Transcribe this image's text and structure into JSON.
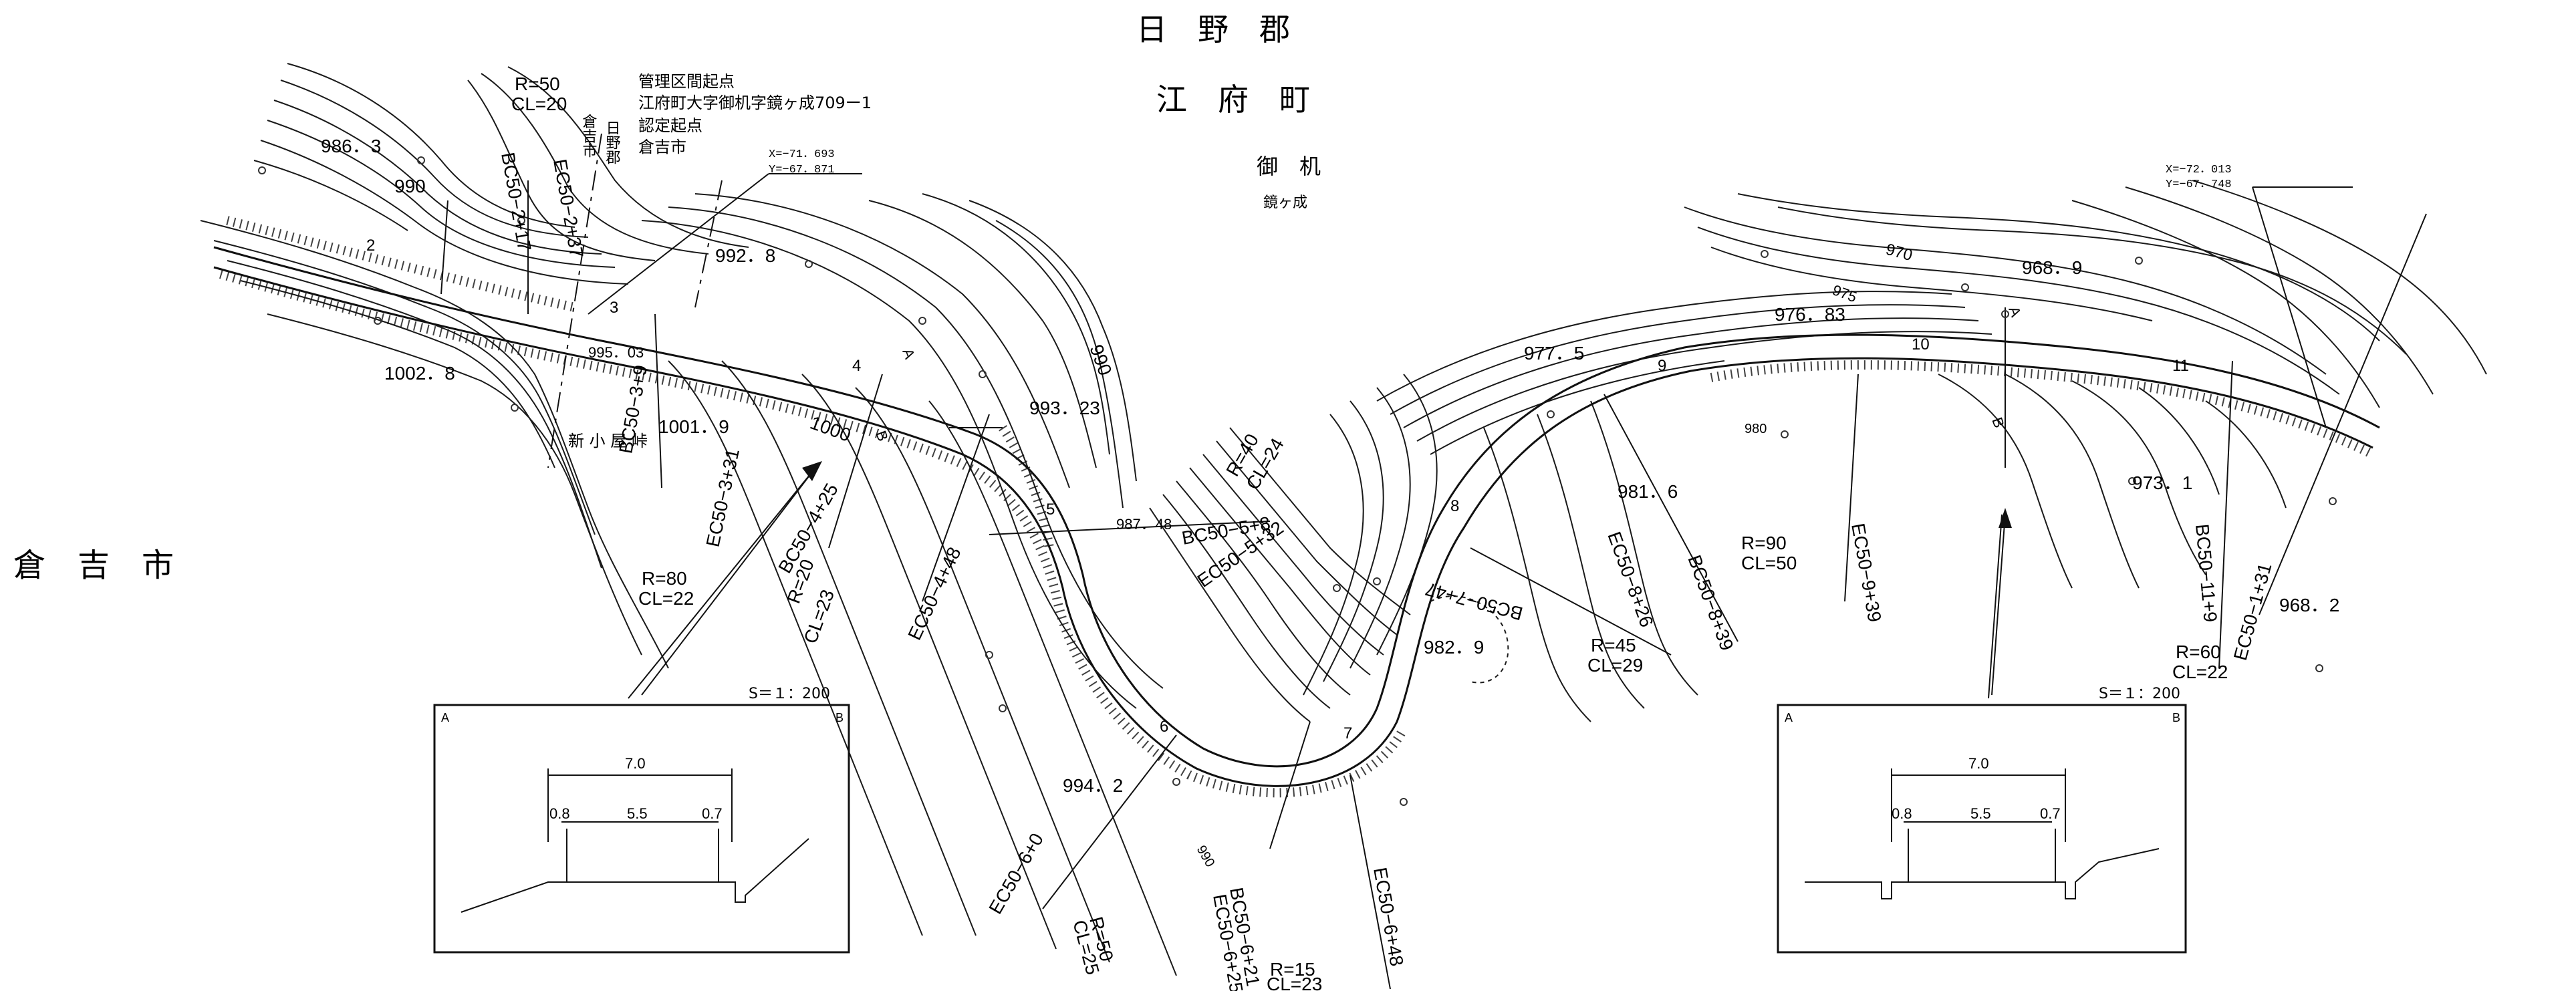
{
  "header": {
    "district": "日　野　郡",
    "town": "江　府　町",
    "area": "御　机",
    "subarea": "鏡ヶ成"
  },
  "left_city": "倉　吉　市",
  "notes": [
    "管理区間起点",
    "江府町大字御机字鏡ヶ成709ー1",
    "認定起点",
    "倉吉市"
  ],
  "boundary_labels": {
    "kurayoshi": "倉吉市",
    "hino": "日野郡",
    "kurayoshi_vertical": "倉吉市"
  },
  "coords_left": {
    "x": "X=−71．693",
    "y": "Y=−67．871"
  },
  "coords_right": {
    "x": "X=−72．013",
    "y": "Y=−67．748"
  },
  "curve_labels": {
    "c1_r": "R=50",
    "c1_cl": "CL=20",
    "bc50_2_17": "BC50−2+17",
    "ec50_2_37": "EC50−2+37",
    "bc50_3_9": "BC50−3+9",
    "ec50_3_31": "EC50−3+31",
    "c3_r": "R=80",
    "c3_cl": "CL=22",
    "bc50_4_25": "BC50−4+25",
    "ec50_4_48": "EC50−4+48",
    "c4_r": "R=20",
    "c4_cl": "CL=23",
    "c5_r": "R=40",
    "c5_cl": "CL=24",
    "bc50_5_8": "BC50−5+8",
    "ec50_5_32": "EC50−5+32",
    "ec50_6_0": "EC50−6+0",
    "c6a_r": "R=50",
    "c6a_cl": "CL=25",
    "bc50_6_21": "BC50−6+21",
    "ec50_6_25": "EC50−6+25",
    "c6b_r": "R=15",
    "c6b_cl": "CL=23",
    "ec50_6_48": "EC50−6+48",
    "bc50_7_47": "BC50−7+47",
    "ec50_8_26": "EC50−8+26",
    "c7_r": "R=45",
    "c7_cl": "CL=29",
    "bc50_8_39": "BC50−8+39",
    "c8_r": "R=90",
    "c8_cl": "CL=50",
    "ec50_9_39": "EC50−9+39",
    "bc50_11_9": "BC50−11+9",
    "ec50_1_31": "EC50−1+31",
    "c11_r": "R=60",
    "c11_cl": "CL=22"
  },
  "elevations": [
    "986．3",
    "990",
    "992．8",
    "995．03",
    "1002．8",
    "1001．9",
    "1000",
    "993．23",
    "990",
    "987．48",
    "994．2",
    "990",
    "982．9",
    "977．5",
    "981．6",
    "976．83",
    "975",
    "970",
    "968．9",
    "980",
    "973．1",
    "968．2"
  ],
  "stations": [
    "2",
    "3",
    "4",
    "5",
    "6",
    "7",
    "8",
    "9",
    "10",
    "11"
  ],
  "road_label": "新 小 屋 峠",
  "section_left": {
    "scale": "S＝１：200",
    "a": "A",
    "b": "B",
    "width_total": "7.0",
    "width_road": "5.5",
    "left_shoulder": "0.8",
    "right_shoulder": "0.7"
  },
  "section_right": {
    "scale": "S＝１：200",
    "a": "A",
    "b": "B",
    "width_total": "7.0",
    "width_road": "5.5",
    "left_shoulder": "0.8",
    "right_shoulder": "0.7"
  },
  "section_marks": [
    "A",
    "B",
    "A",
    "B"
  ]
}
